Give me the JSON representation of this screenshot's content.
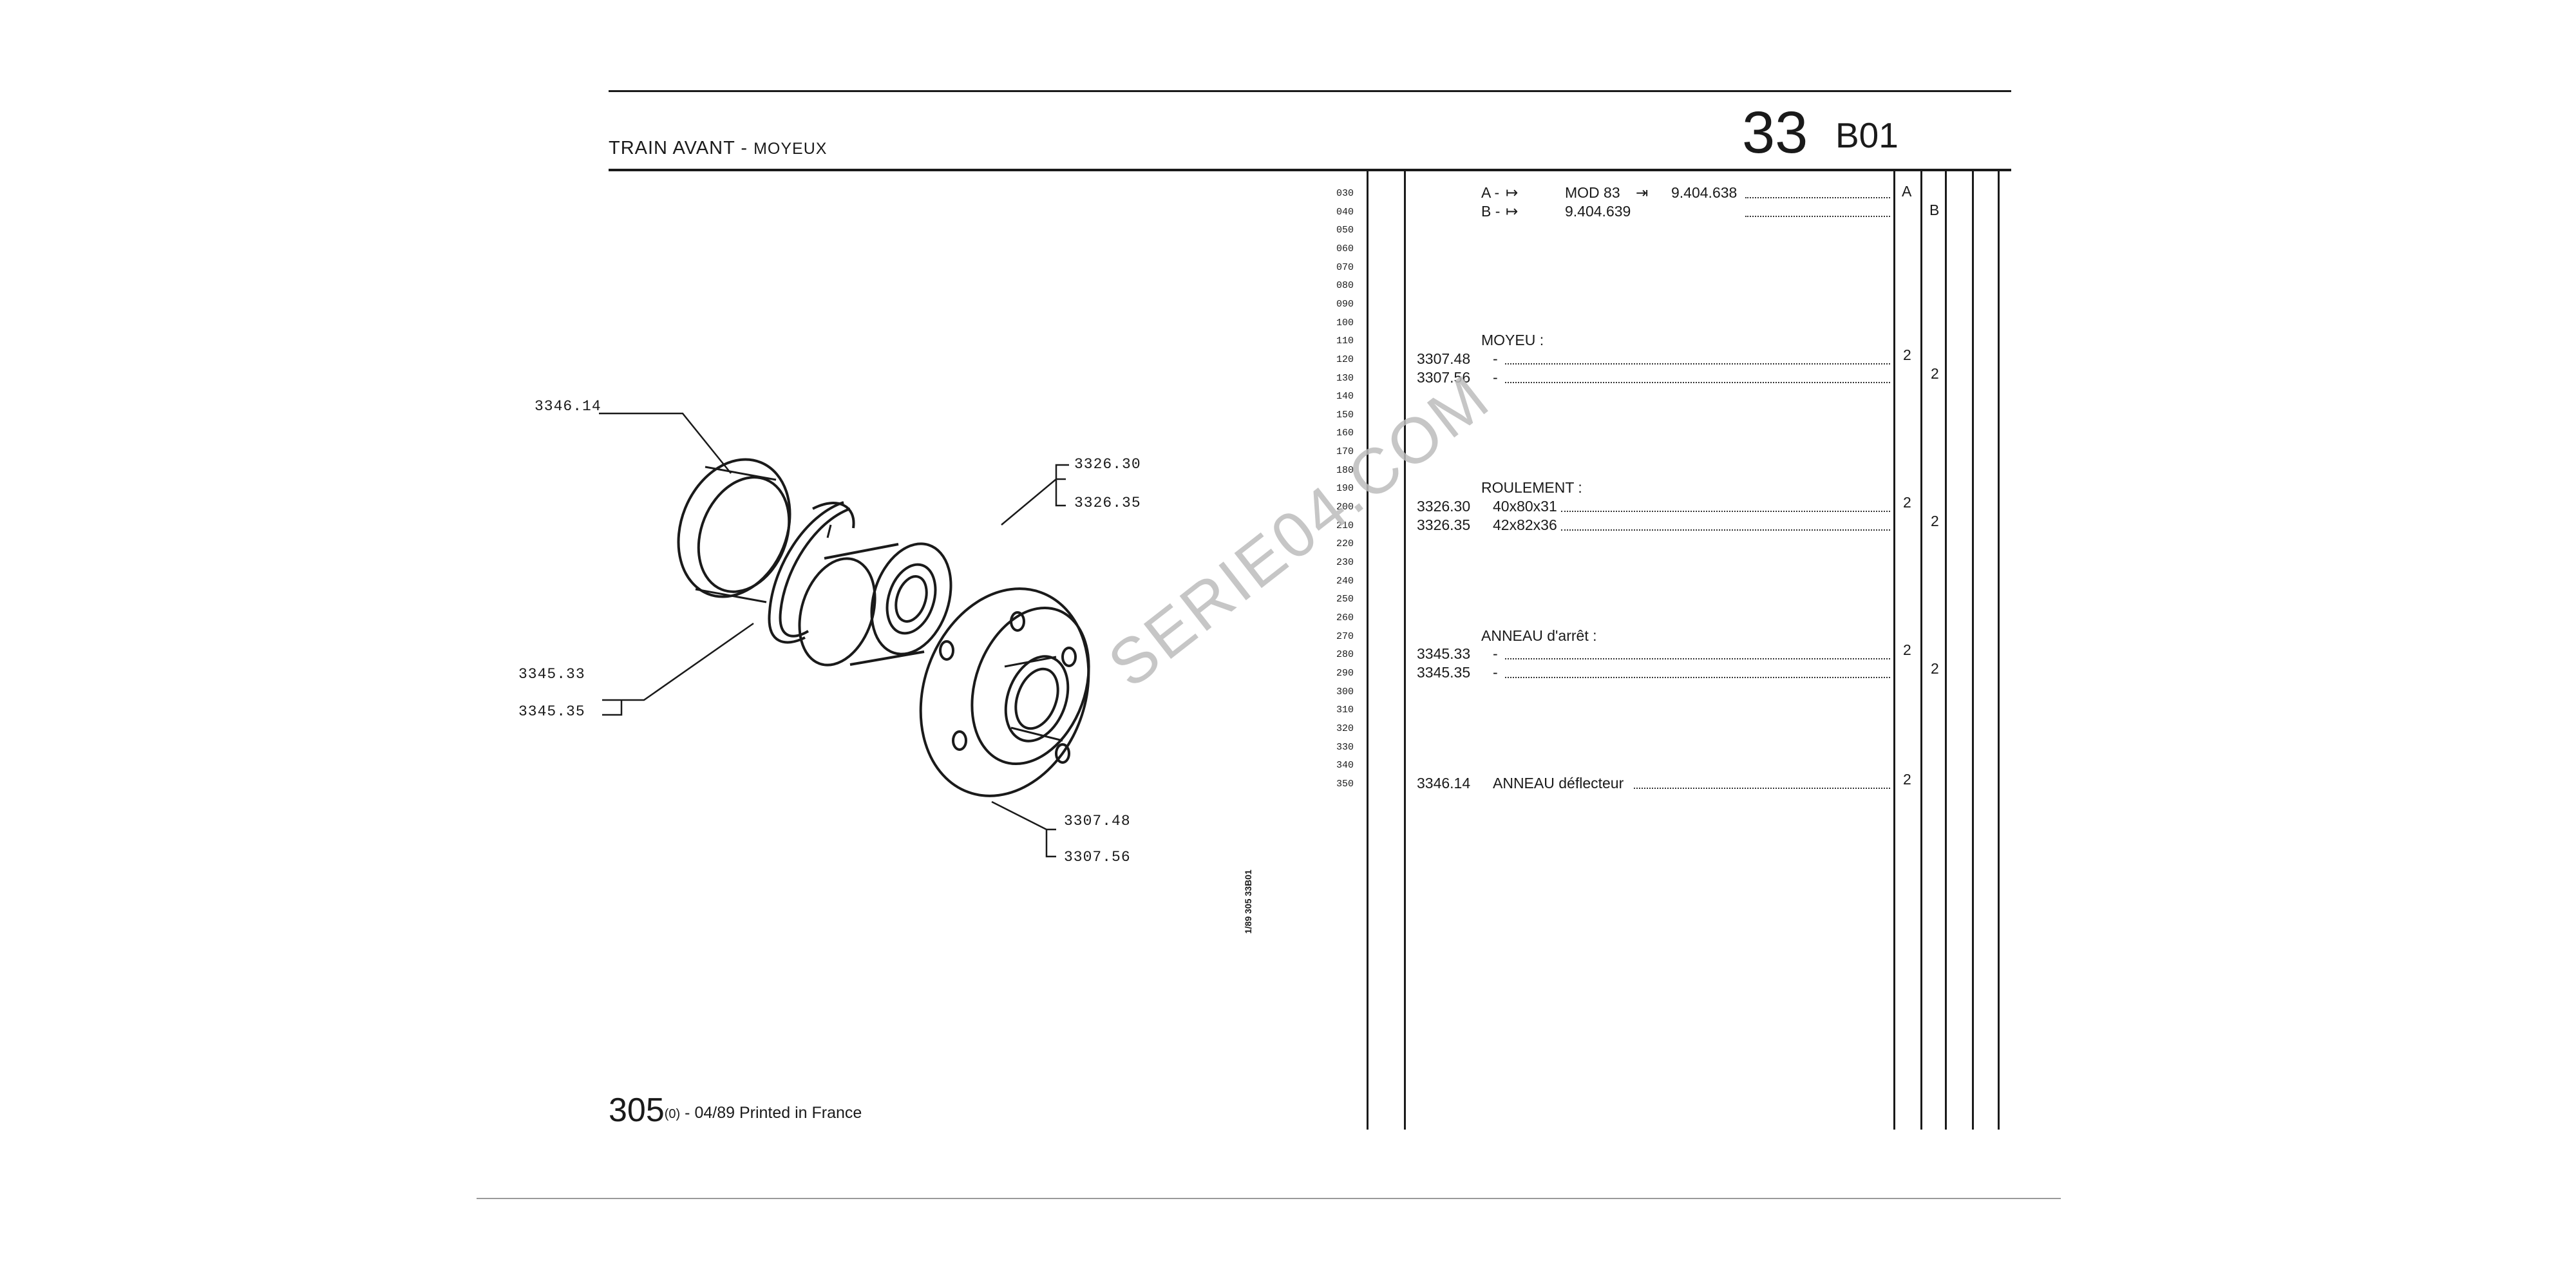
{
  "header": {
    "title": "TRAIN AVANT -",
    "subtitle": "MOYEUX",
    "section_number": "33",
    "section_code": "B01"
  },
  "footer": {
    "model": "305",
    "variant": "(0)",
    "rest": "- 04/89 Printed in France"
  },
  "side_reference": "1/89 305 33B01",
  "watermark": "SERIE04.COM",
  "line_numbers": [
    "030",
    "040",
    "050",
    "060",
    "070",
    "080",
    "090",
    "100",
    "110",
    "120",
    "130",
    "140",
    "150",
    "160",
    "170",
    "180",
    "190",
    "200",
    "210",
    "220",
    "230",
    "240",
    "250",
    "260",
    "270",
    "280",
    "290",
    "300",
    "310",
    "320",
    "330",
    "340",
    "350"
  ],
  "applicability": [
    {
      "prefix": "A -",
      "text1": "MOD 83",
      "text2": "9.404.638",
      "column": "A"
    },
    {
      "prefix": "B -",
      "text1": "9.404.639",
      "text2": "",
      "column": "B"
    }
  ],
  "groups": [
    {
      "heading": "MOYEU :",
      "rows": [
        {
          "code": "3307.48",
          "desc": "-",
          "qty": "2",
          "col": 0
        },
        {
          "code": "3307.56",
          "desc": "-",
          "qty": "2",
          "col": 1
        }
      ]
    },
    {
      "heading": "ROULEMENT :",
      "rows": [
        {
          "code": "3326.30",
          "desc": "40x80x31",
          "qty": "2",
          "col": 0
        },
        {
          "code": "3326.35",
          "desc": "42x82x36",
          "qty": "2",
          "col": 1
        }
      ]
    },
    {
      "heading": "ANNEAU d'arrêt :",
      "rows": [
        {
          "code": "3345.33",
          "desc": "-",
          "qty": "2",
          "col": 0
        },
        {
          "code": "3345.35",
          "desc": "-",
          "qty": "2",
          "col": 1
        }
      ]
    },
    {
      "heading": "",
      "rows": [
        {
          "code": "3346.14",
          "desc": "ANNEAU déflecteur",
          "qty": "2",
          "col": 0
        }
      ]
    }
  ],
  "callouts": {
    "deflector": "3346.14",
    "bearing_a": "3326.30",
    "bearing_b": "3326.35",
    "ring_a": "3345.33",
    "ring_b": "3345.35",
    "hub_a": "3307.48",
    "hub_b": "3307.56"
  }
}
